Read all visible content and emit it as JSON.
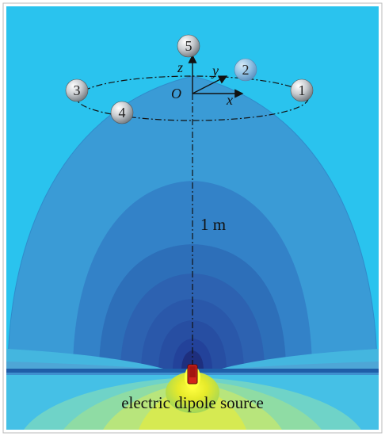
{
  "markers": [
    {
      "id": "marker-1",
      "label": "1"
    },
    {
      "id": "marker-2",
      "label": "2"
    },
    {
      "id": "marker-3",
      "label": "3"
    },
    {
      "id": "marker-4",
      "label": "4"
    },
    {
      "id": "marker-5",
      "label": "5"
    }
  ],
  "axes": {
    "origin": "O",
    "x": "x",
    "y": "y",
    "z": "z"
  },
  "distance_label": "1 m",
  "source_label": "electric dipole source",
  "colors": {
    "background": "#2ac3ee",
    "field_outer": "#359bd8",
    "field_inner": "#2148a0",
    "source_core": "#f2ef1e",
    "marker_fill": "#bfc4c8"
  }
}
